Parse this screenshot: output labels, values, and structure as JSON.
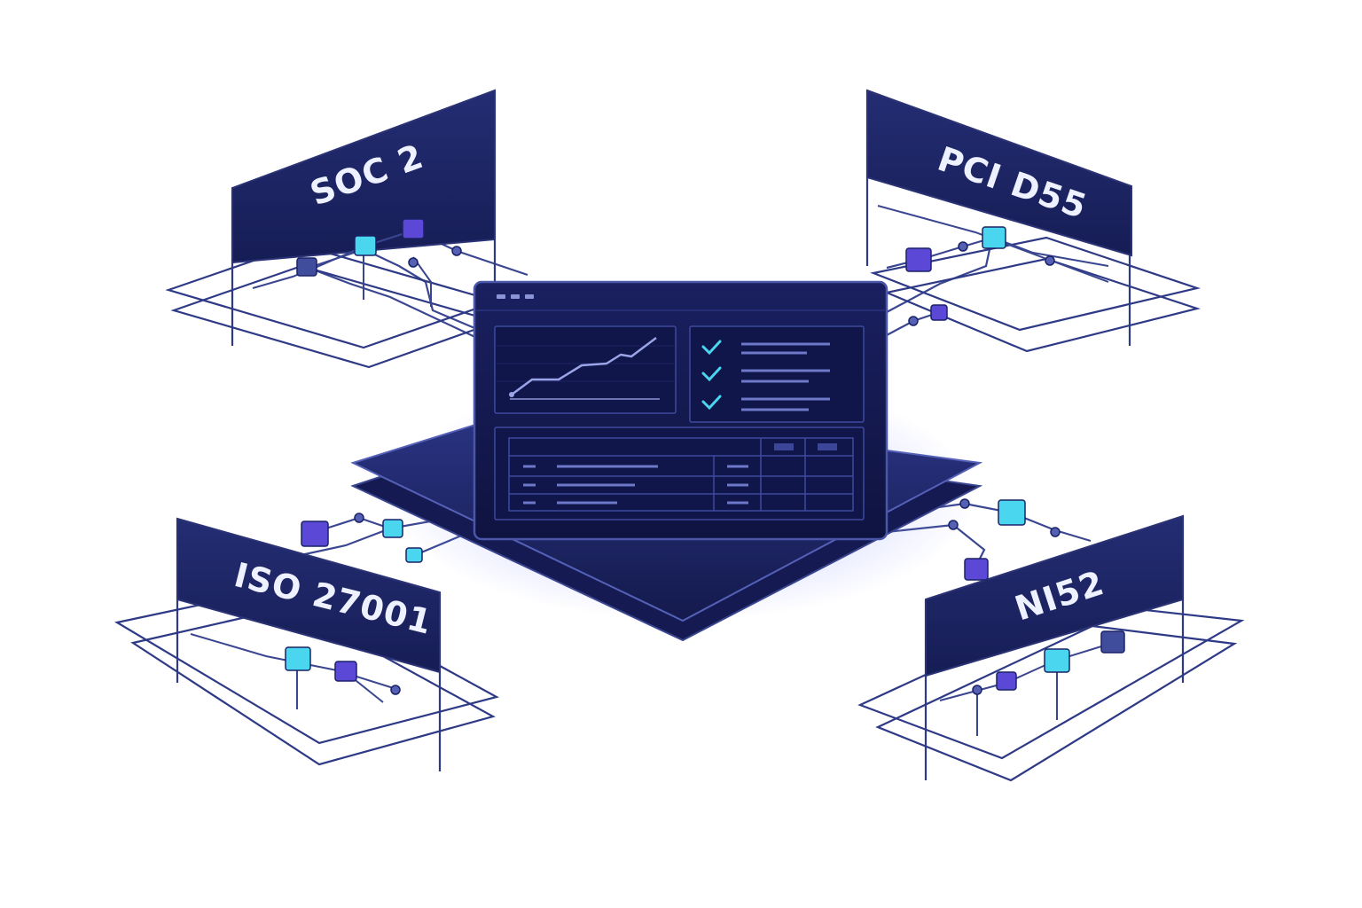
{
  "frameworks": {
    "soc2": {
      "label": "SOC 2"
    },
    "pci": {
      "label": "PCI D55"
    },
    "iso": {
      "label": "ISO 27001"
    },
    "nis2": {
      "label": "NI52"
    }
  },
  "colors": {
    "panel": "#1c2463",
    "panel_dark": "#121744",
    "line": "#3a4690",
    "accent_cyan": "#49d6ee",
    "accent_purple": "#5b48d6",
    "node_slate": "#3f4d9c",
    "text_light": "#eef1ff"
  },
  "dashboard": {
    "window_dots": 3,
    "checklist_items": 3,
    "table_rows": 3
  }
}
